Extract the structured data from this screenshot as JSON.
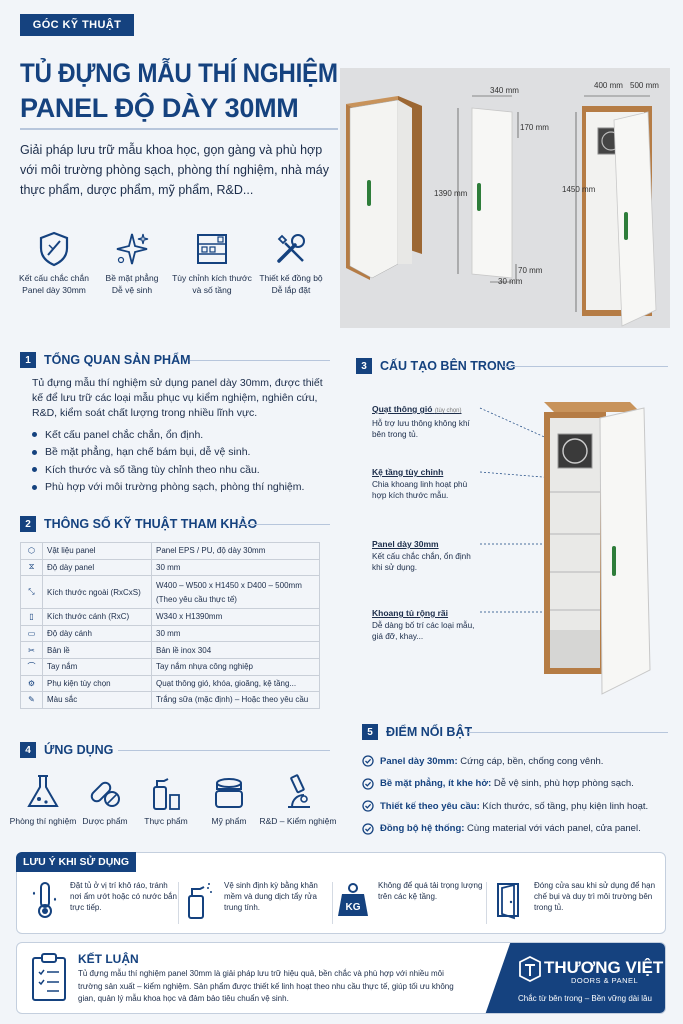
{
  "tag": "GÓC KỸ THUẬT",
  "title_line1": "TỦ ĐỰNG MẪU THÍ NGHIỆM",
  "title_line2": "PANEL ĐỘ DÀY 30MM",
  "intro": "Giải pháp lưu trữ mẫu khoa học, gọn gàng và phù hợp với môi trường phòng sạch, phòng thí nghiệm, nhà máy thực phẩm, dược phẩm, mỹ phẩm, R&D...",
  "features": [
    {
      "icon": "shield-icon",
      "l1": "Kết cấu chắc chắn",
      "l2": "Panel dày 30mm"
    },
    {
      "icon": "sparkle-icon",
      "l1": "Bề mặt phẳng",
      "l2": "Dễ vệ sinh"
    },
    {
      "icon": "cabinet-icon",
      "l1": "Tùy chỉnh kích thước",
      "l2": "và số tầng"
    },
    {
      "icon": "tools-icon",
      "l1": "Thiết kế đồng bộ",
      "l2": "Dễ lắp đặt"
    }
  ],
  "dims": {
    "w1": "340 mm",
    "d1": "170 mm",
    "h1": "1390 mm",
    "d2": "70 mm",
    "w2": "30 mm",
    "w3": "400 mm",
    "w4": "500 mm",
    "h3": "1450 mm"
  },
  "section1": {
    "num": "1",
    "title": "TỔNG QUAN SẢN PHẨM",
    "paragraph": "Tủ đựng mẫu thí nghiệm sử dụng panel dày 30mm, được thiết kế để lưu trữ các loại mẫu phục vụ kiểm nghiệm, nghiên cứu, R&D, kiểm soát chất lượng trong nhiều lĩnh vực.",
    "bullets": [
      "Kết cấu panel chắc chắn, ổn định.",
      "Bề mặt phẳng, hạn chế bám bụi, dễ vệ sinh.",
      "Kích thước và số tầng tùy chỉnh theo nhu cầu.",
      "Phù hợp với môi trường phòng sạch, phòng thí nghiệm."
    ]
  },
  "section2": {
    "num": "2",
    "title": "THÔNG SỐ KỸ THUẬT THAM KHẢO",
    "rows": [
      {
        "label": "Vật liệu panel",
        "value": "Panel EPS / PU, độ dày 30mm",
        "value2": ""
      },
      {
        "label": "Độ dày panel",
        "value": "30 mm",
        "value2": ""
      },
      {
        "label": "Kích thước ngoài (RxCxS)",
        "value": "W400 – W500 x H1450 x D400 – 500mm",
        "value2": "(Theo yêu cầu thực tế)"
      },
      {
        "label": "Kích thước cánh (RxC)",
        "value": "W340 x H1390mm",
        "value2": ""
      },
      {
        "label": "Độ dày cánh",
        "value": "30 mm",
        "value2": ""
      },
      {
        "label": "Bản lề",
        "value": "Bản lề inox 304",
        "value2": ""
      },
      {
        "label": "Tay nắm",
        "value": "Tay nắm nhựa công nghiệp",
        "value2": ""
      },
      {
        "label": "Phụ kiện tùy chọn",
        "value": "Quạt thông gió, khóa, gioăng, kệ tầng...",
        "value2": ""
      },
      {
        "label": "Màu sắc",
        "value": "Trắng sữa (mặc định) – Hoặc theo yêu cầu",
        "value2": ""
      }
    ]
  },
  "section3": {
    "num": "3",
    "title": "CẤU TẠO BÊN TRONG",
    "callouts": [
      {
        "title": "Quạt thông gió",
        "small": "(tùy chọn)",
        "text": "Hỗ trợ lưu thông không khí bên trong tủ."
      },
      {
        "title": "Kệ tầng tùy chỉnh",
        "small": "",
        "text": "Chia khoang linh hoạt phù hợp kích thước mẫu."
      },
      {
        "title": "Panel dày 30mm",
        "small": "",
        "text": "Kết cấu chắc chắn, ổn định khi sử dụng."
      },
      {
        "title": "Khoang tủ rộng rãi",
        "small": "",
        "text": "Dễ dàng bố trí các loại mẫu, giá đỡ, khay..."
      }
    ]
  },
  "section4": {
    "num": "4",
    "title": "ỨNG DỤNG",
    "apps": [
      {
        "icon": "flask-icon",
        "label": "Phòng thí nghiệm"
      },
      {
        "icon": "pill-icon",
        "label": "Dược phẩm"
      },
      {
        "icon": "spray-bottle-icon",
        "label": "Thực phẩm"
      },
      {
        "icon": "cream-jar-icon",
        "label": "Mỹ phẩm"
      },
      {
        "icon": "microscope-icon",
        "label": "R&D – Kiểm nghiệm"
      }
    ]
  },
  "section5": {
    "num": "5",
    "title": "ĐIỂM NỔI BẬT",
    "items": [
      {
        "bold": "Panel dày 30mm:",
        "text": " Cứng cáp, bền, chống cong vênh."
      },
      {
        "bold": "Bề mặt phẳng, ít khe hở:",
        "text": " Dễ vệ sinh, phù hợp phòng sạch."
      },
      {
        "bold": "Thiết kế theo yêu cầu:",
        "text": " Kích thước, số tầng, phụ kiện linh hoạt."
      },
      {
        "bold": "Đồng bộ hệ thống:",
        "text": " Cùng material với vách panel, cửa panel."
      }
    ]
  },
  "notes": {
    "title": "LƯU Ý KHI SỬ DỤNG",
    "items": [
      {
        "icon": "thermometer-icon",
        "text": "Đặt tủ ở vị trí khô ráo, tránh nơi ẩm ướt hoặc có nước bắn trực tiếp."
      },
      {
        "icon": "cleaning-spray-icon",
        "text": "Vệ sinh định kỳ bằng khăn mềm và dung dịch tẩy rửa trung tính."
      },
      {
        "icon": "weight-icon",
        "label": "KG",
        "text": "Không để quá tải trọng lượng trên các kệ tầng."
      },
      {
        "icon": "door-icon",
        "text": "Đóng cửa sau khi sử dụng để hạn chế bụi và duy trì môi trường bên trong tủ."
      }
    ]
  },
  "conclusion": {
    "title": "KẾT LUẬN",
    "text": "Tủ đựng mẫu thí nghiệm panel 30mm là giải pháp lưu trữ hiệu quả, bền chắc và phù hợp với nhiều môi trường sản xuất – kiểm nghiệm. Sản phẩm được thiết kế linh hoạt theo nhu cầu thực tế, giúp tối ưu không gian, quản lý mẫu khoa học và đảm bảo tiêu chuẩn vệ sinh."
  },
  "brand": {
    "name": "THƯƠNG VIỆT",
    "sub": "DOORS & PANEL",
    "slogan": "Chắc từ bên trong – Bền vững dài lâu"
  },
  "colors": {
    "primary": "#15427f",
    "door": "#f4f4f2",
    "wood": "#a8733f",
    "handle": "#2e7d3a"
  }
}
